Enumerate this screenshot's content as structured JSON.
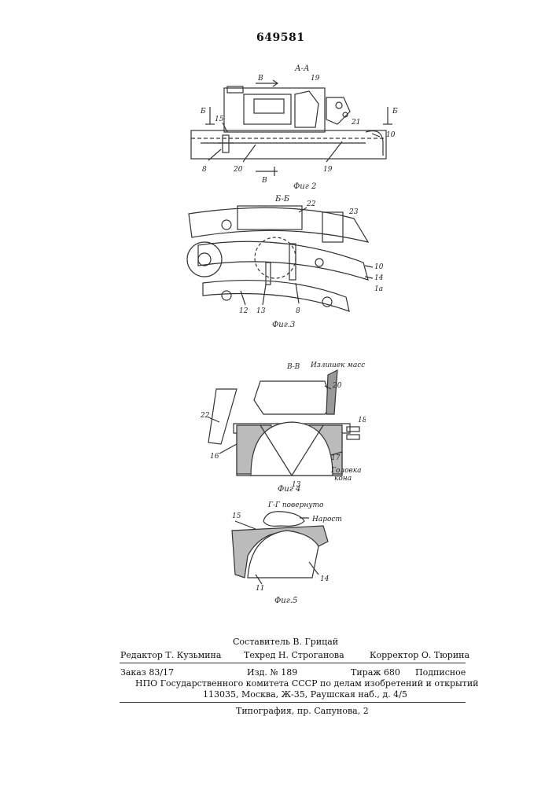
{
  "patent_number": "649581",
  "fig2": {
    "section": "А-А",
    "caption": "Фиг 2",
    "labels": [
      "В",
      "19",
      "Б",
      "Б",
      "15",
      "21",
      "10",
      "8",
      "20",
      "В",
      "19"
    ]
  },
  "fig3": {
    "section": "Б-Б",
    "caption": "Фиг.3",
    "labels": [
      "22",
      "23",
      "10",
      "14",
      "1а",
      "12",
      "13",
      "8"
    ]
  },
  "fig4": {
    "section": "В-В",
    "note": "Излишек массы",
    "caption": "Фиг 4",
    "labels": [
      "20",
      "18",
      "22",
      "16",
      "17",
      "13"
    ],
    "head_label_1": "Головка",
    "head_label_2": "кона"
  },
  "fig5": {
    "section": "Г-Г повернуто",
    "note": "Нарост",
    "caption": "Фиг.5",
    "labels": [
      "15",
      "11",
      "14"
    ]
  },
  "footer": {
    "compiler": "Составитель В. Грицай",
    "editor": "Редактор Т. Кузьмина",
    "techred": "Техред Н. Строганова",
    "corrector": "Корректор О. Тюрина",
    "order": "Заказ 83/17",
    "izd": "Изд. № 189",
    "tirazh": "Тираж 680",
    "subscr": "Подписное",
    "npo": "НПО Государственного комитета СССР по делам изобретений и открытий",
    "address": "113035, Москва, Ж-35, Раушская наб., д. 4/5",
    "printer": "Типография, пр. Сапунова, 2"
  }
}
